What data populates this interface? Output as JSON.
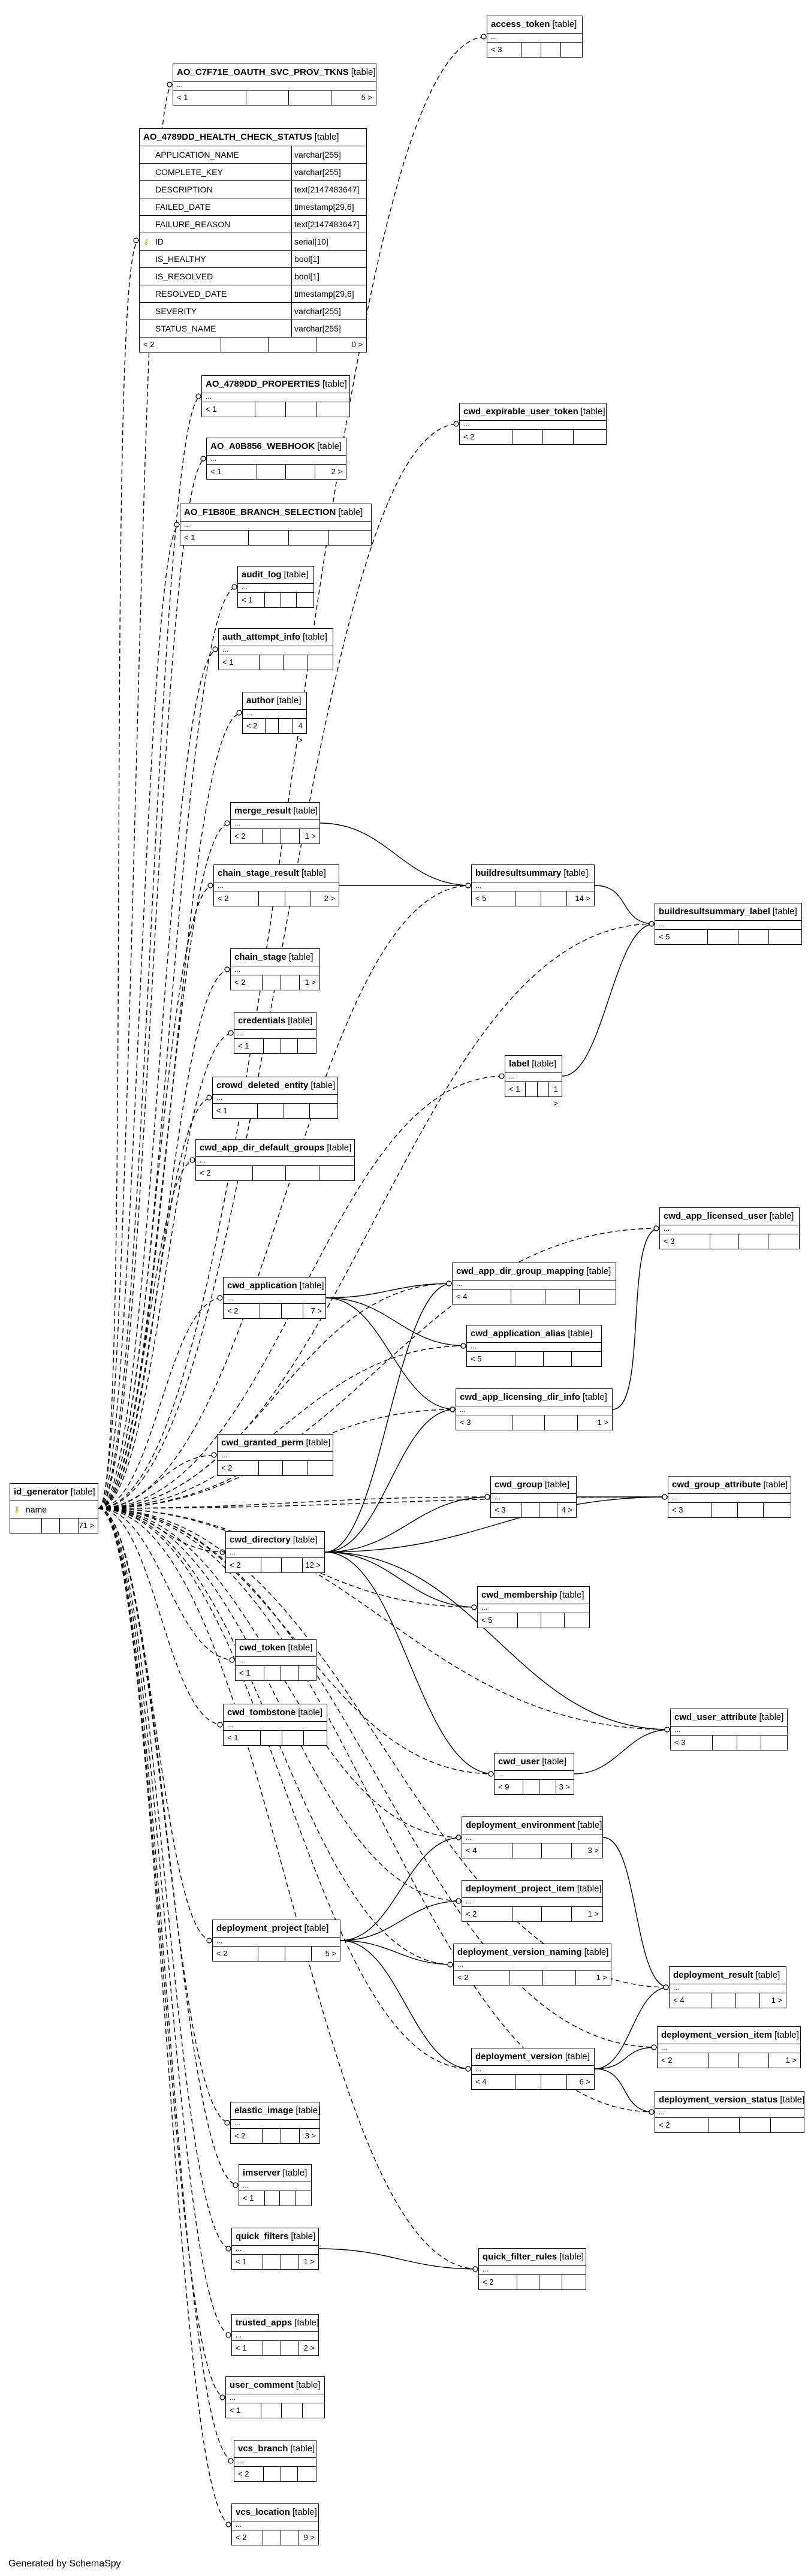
{
  "footer": "Generated by SchemaSpy",
  "tables": {
    "id_generator": {
      "name": "id_generator",
      "type": "[table]",
      "columns": [
        {
          "name": "name",
          "type": "",
          "key": "pk"
        }
      ],
      "children": "71 >",
      "parents": ""
    },
    "access_token": {
      "name": "access_token",
      "type": "[table]",
      "parents": "< 3",
      "children": ""
    },
    "oauth": {
      "name": "AO_C7F71E_OAUTH_SVC_PROV_TKNS",
      "type": "[table]",
      "parents": "< 1",
      "children": "5 >"
    },
    "health": {
      "name": "AO_4789DD_HEALTH_CHECK_STATUS",
      "type": "[table]",
      "parents": "< 2",
      "children": "0 >",
      "columns": [
        {
          "name": "APPLICATION_NAME",
          "type": "varchar[255]",
          "key": ""
        },
        {
          "name": "COMPLETE_KEY",
          "type": "varchar[255]",
          "key": ""
        },
        {
          "name": "DESCRIPTION",
          "type": "text[2147483647]",
          "key": ""
        },
        {
          "name": "FAILED_DATE",
          "type": "timestamp[29,6]",
          "key": ""
        },
        {
          "name": "FAILURE_REASON",
          "type": "text[2147483647]",
          "key": ""
        },
        {
          "name": "ID",
          "type": "serial[10]",
          "key": "pk"
        },
        {
          "name": "IS_HEALTHY",
          "type": "bool[1]",
          "key": ""
        },
        {
          "name": "IS_RESOLVED",
          "type": "bool[1]",
          "key": ""
        },
        {
          "name": "RESOLVED_DATE",
          "type": "timestamp[29,6]",
          "key": ""
        },
        {
          "name": "SEVERITY",
          "type": "varchar[255]",
          "key": ""
        },
        {
          "name": "STATUS_NAME",
          "type": "varchar[255]",
          "key": ""
        }
      ]
    },
    "properties": {
      "name": "AO_4789DD_PROPERTIES",
      "type": "[table]",
      "parents": "< 1",
      "children": ""
    },
    "expirable": {
      "name": "cwd_expirable_user_token",
      "type": "[table]",
      "parents": "< 2",
      "children": ""
    },
    "webhook": {
      "name": "AO_A0B856_WEBHOOK",
      "type": "[table]",
      "parents": "< 1",
      "children": "2 >"
    },
    "branch_sel": {
      "name": "AO_F1B80E_BRANCH_SELECTION",
      "type": "[table]",
      "parents": "< 1",
      "children": ""
    },
    "audit_log": {
      "name": "audit_log",
      "type": "[table]",
      "parents": "< 1",
      "children": ""
    },
    "auth_attempt": {
      "name": "auth_attempt_info",
      "type": "[table]",
      "parents": "< 1",
      "children": ""
    },
    "author": {
      "name": "author",
      "type": "[table]",
      "parents": "< 2",
      "children": "4 >"
    },
    "merge_result": {
      "name": "merge_result",
      "type": "[table]",
      "parents": "< 2",
      "children": "1 >"
    },
    "chain_stage_result": {
      "name": "chain_stage_result",
      "type": "[table]",
      "parents": "< 2",
      "children": "2 >"
    },
    "buildresultsummary": {
      "name": "buildresultsummary",
      "type": "[table]",
      "parents": "< 5",
      "children": "14 >"
    },
    "brs_label": {
      "name": "buildresultsummary_label",
      "type": "[table]",
      "parents": "< 5",
      "children": ""
    },
    "chain_stage": {
      "name": "chain_stage",
      "type": "[table]",
      "parents": "< 2",
      "children": "1 >"
    },
    "credentials": {
      "name": "credentials",
      "type": "[table]",
      "parents": "< 1",
      "children": ""
    },
    "label": {
      "name": "label",
      "type": "[table]",
      "parents": "< 1",
      "children": "1 >"
    },
    "crowd_deleted": {
      "name": "crowd_deleted_entity",
      "type": "[table]",
      "parents": "< 1",
      "children": ""
    },
    "dir_default_groups": {
      "name": "cwd_app_dir_default_groups",
      "type": "[table]",
      "parents": "< 2",
      "children": ""
    },
    "licensed_user": {
      "name": "cwd_app_licensed_user",
      "type": "[table]",
      "parents": "< 3",
      "children": ""
    },
    "cwd_application": {
      "name": "cwd_application",
      "type": "[table]",
      "parents": "< 2",
      "children": "7 >"
    },
    "dir_group_mapping": {
      "name": "cwd_app_dir_group_mapping",
      "type": "[table]",
      "parents": "< 4",
      "children": ""
    },
    "app_alias": {
      "name": "cwd_application_alias",
      "type": "[table]",
      "parents": "< 5",
      "children": ""
    },
    "licensing_dir": {
      "name": "cwd_app_licensing_dir_info",
      "type": "[table]",
      "parents": "< 3",
      "children": "1 >"
    },
    "granted_perm": {
      "name": "cwd_granted_perm",
      "type": "[table]",
      "parents": "< 2",
      "children": ""
    },
    "cwd_group": {
      "name": "cwd_group",
      "type": "[table]",
      "parents": "< 3",
      "children": "4 >"
    },
    "group_attribute": {
      "name": "cwd_group_attribute",
      "type": "[table]",
      "parents": "< 3",
      "children": ""
    },
    "cwd_directory": {
      "name": "cwd_directory",
      "type": "[table]",
      "parents": "< 2",
      "children": "12 >"
    },
    "membership": {
      "name": "cwd_membership",
      "type": "[table]",
      "parents": "< 5",
      "children": ""
    },
    "cwd_token": {
      "name": "cwd_token",
      "type": "[table]",
      "parents": "< 1",
      "children": ""
    },
    "tombstone": {
      "name": "cwd_tombstone",
      "type": "[table]",
      "parents": "< 1",
      "children": ""
    },
    "user_attribute": {
      "name": "cwd_user_attribute",
      "type": "[table]",
      "parents": "< 3",
      "children": ""
    },
    "cwd_user": {
      "name": "cwd_user",
      "type": "[table]",
      "parents": "< 9",
      "children": "3 >"
    },
    "dep_env": {
      "name": "deployment_environment",
      "type": "[table]",
      "parents": "< 4",
      "children": "3 >"
    },
    "dep_proj_item": {
      "name": "deployment_project_item",
      "type": "[table]",
      "parents": "< 2",
      "children": "1 >"
    },
    "dep_project": {
      "name": "deployment_project",
      "type": "[table]",
      "parents": "< 2",
      "children": "5 >"
    },
    "dep_ver_naming": {
      "name": "deployment_version_naming",
      "type": "[table]",
      "parents": "< 2",
      "children": "1 >"
    },
    "dep_result": {
      "name": "deployment_result",
      "type": "[table]",
      "parents": "< 4",
      "children": "1 >"
    },
    "dep_ver_item": {
      "name": "deployment_version_item",
      "type": "[table]",
      "parents": "< 2",
      "children": "1 >"
    },
    "dep_version": {
      "name": "deployment_version",
      "type": "[table]",
      "parents": "< 4",
      "children": "6 >"
    },
    "dep_ver_status": {
      "name": "deployment_version_status",
      "type": "[table]",
      "parents": "< 2",
      "children": ""
    },
    "elastic_image": {
      "name": "elastic_image",
      "type": "[table]",
      "parents": "< 2",
      "children": "3 >"
    },
    "imserver": {
      "name": "imserver",
      "type": "[table]",
      "parents": "< 1",
      "children": ""
    },
    "quick_filters": {
      "name": "quick_filters",
      "type": "[table]",
      "parents": "< 1",
      "children": "1 >"
    },
    "quick_filter_rules": {
      "name": "quick_filter_rules",
      "type": "[table]",
      "parents": "< 2",
      "children": ""
    },
    "trusted_apps": {
      "name": "trusted_apps",
      "type": "[table]",
      "parents": "< 1",
      "children": "2 >"
    },
    "user_comment": {
      "name": "user_comment",
      "type": "[table]",
      "parents": "< 1",
      "children": ""
    },
    "vcs_branch": {
      "name": "vcs_branch",
      "type": "[table]",
      "parents": "< 2",
      "children": ""
    },
    "vcs_location": {
      "name": "vcs_location",
      "type": "[table]",
      "parents": "< 2",
      "children": "9 >"
    }
  },
  "icons": {
    "primary_key": "key-icon",
    "foreign_key": "foreign-key-icon"
  }
}
